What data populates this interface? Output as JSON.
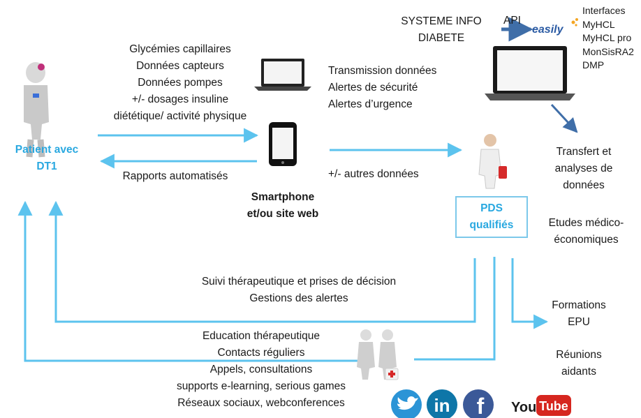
{
  "patient": {
    "line1": "Patient avec",
    "line2": "DT1"
  },
  "flow_to_phone": [
    "Glycémies capillaires",
    "Données capteurs",
    "Données pompes",
    "+/- dosages insuline",
    "diététique/ activité physique"
  ],
  "reports": "Rapports automatisés",
  "smartphone": {
    "line1": "Smartphone",
    "line2": "et/ou site web"
  },
  "transmission": [
    "Transmission données",
    "Alertes de sécurité",
    "Alertes d’urgence"
  ],
  "other_data": "+/- autres données",
  "info_system": {
    "line1": "SYSTEME INFO",
    "line2": "DIABETE",
    "api": "API",
    "brand": "easily"
  },
  "interfaces": [
    "Interfaces",
    "MyHCL",
    "MyHCL pro",
    "MonSisRA2",
    "DMP"
  ],
  "pds": {
    "line1": "PDS",
    "line2": "qualifiés"
  },
  "transfer": [
    "Transfert et",
    "analyses de",
    "données"
  ],
  "studies": [
    "Etudes médico-",
    "économiques"
  ],
  "followup": [
    "Suivi thérapeutique et prises de décision",
    "Gestions des alertes"
  ],
  "education": [
    "Education thérapeutique",
    "Contacts réguliers",
    "Appels, consultations",
    "supports e-learning, serious games",
    "Réseaux sociaux, webconferences"
  ],
  "formations": [
    "Formations",
    "EPU"
  ],
  "meetings": [
    "Réunions",
    "aidants"
  ],
  "social": {
    "youtube_a": "You",
    "youtube_b": "Tube"
  },
  "colors": {
    "arrow": "#5cc3ee",
    "dark_arrow": "#3f6ea8",
    "accent_text": "#29a8e0",
    "twitter": "#2b94d6",
    "linkedin": "#0e76a8",
    "facebook": "#3b5998",
    "youtube": "#d6261f"
  }
}
